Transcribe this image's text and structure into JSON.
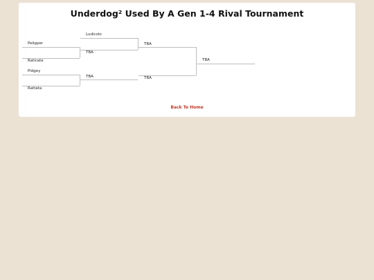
{
  "page": {
    "title": "Underdog² Used By A Gen 1-4 Rival Tournament",
    "back_link": "Back To Home"
  },
  "bracket": {
    "round1": [
      {
        "top": "Pelipper",
        "bottom": "Raticate"
      },
      {
        "top": "Pidgey",
        "bottom": "Rattata"
      }
    ],
    "round2": [
      {
        "top": "Ludicolo",
        "bottom": "TBA"
      },
      {
        "top": "TBA",
        "bottom": ""
      }
    ],
    "round3": [
      {
        "top": "TBA",
        "bottom": "TBA"
      }
    ],
    "final": {
      "winner": "TBA"
    }
  }
}
